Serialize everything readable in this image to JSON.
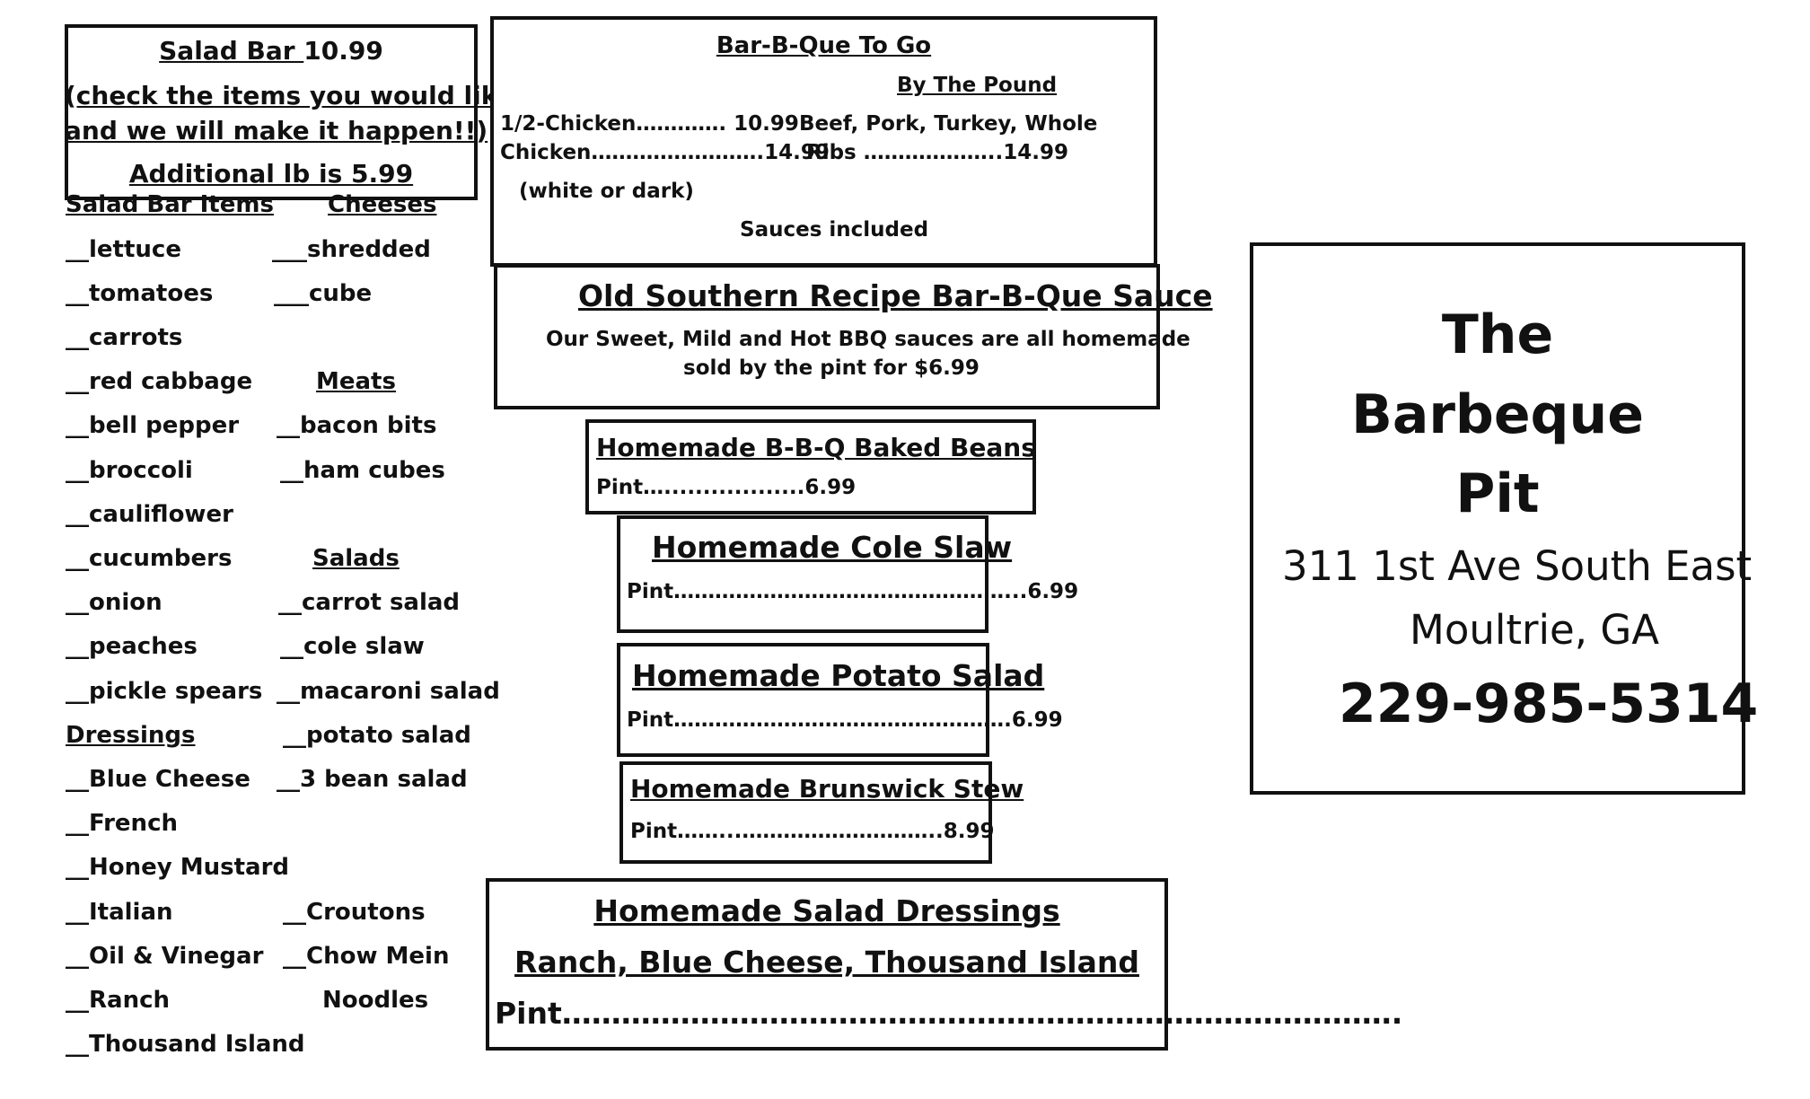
{
  "salad_bar": {
    "title": "Salad Bar ",
    "price": "10.99",
    "instruction1": "(check the items you would like",
    "instruction2": "and we will make it happen!!)",
    "additional": "Additional lb is 5.99"
  },
  "left_list": {
    "salad_items_header": "Salad Bar Items",
    "cheeses_header": "Cheeses",
    "meats_header": "Meats",
    "salads_header": "Salads",
    "dressings_header": "Dressings",
    "col1": [
      "__lettuce",
      "__tomatoes",
      "__carrots",
      "__red cabbage",
      "__bell pepper",
      "__broccoli",
      "__cauliflower",
      "__cucumbers",
      "__onion",
      "__peaches",
      "__pickle spears"
    ],
    "dressings": [
      "__Blue Cheese",
      "__French",
      "__Honey Mustard",
      "__Italian",
      "__Oil & Vinegar",
      "__Ranch",
      "__Thousand Island"
    ],
    "cheeses": [
      "___shredded",
      "___cube"
    ],
    "meats": [
      "__bacon bits",
      "__ham cubes"
    ],
    "salads": [
      "__carrot salad",
      "__cole slaw",
      "__macaroni salad",
      "__potato salad",
      "__3 bean salad"
    ],
    "extras": [
      "__Croutons",
      "__Chow Mein",
      "Noodles"
    ]
  },
  "bbq_to_go": {
    "title": "Bar-B-Que To Go",
    "by_pound": "By The Pound",
    "line1_left": "1/2-Chicken…………. 10.99",
    "line1_right": "Beef, Pork, Turkey, Whole",
    "line2_left": "Chicken…………………….14.99",
    "line2_right": "Ribs ………………..14.99",
    "white_dark": "(white or dark)",
    "sauces": "Sauces included"
  },
  "sauce": {
    "title": "Old Southern Recipe Bar-B-Que Sauce",
    "line1": "Our Sweet, Mild and Hot BBQ sauces are all homemade",
    "line2": "sold by the pint for $6.99"
  },
  "beans": {
    "title": "Homemade B-B-Q Baked Beans",
    "price": "Pint…..................6.99"
  },
  "slaw": {
    "title": "Homemade Cole Slaw",
    "price": "Pint…………………………………………...6.99"
  },
  "potato": {
    "title": "Homemade Potato Salad",
    "price": "Pint………………………………………….6.99"
  },
  "stew": {
    "title": "Homemade Brunswick Stew",
    "price": "Pint……...………………………..8.99"
  },
  "dressings_box": {
    "title": "Homemade Salad Dressings",
    "types": "Ranch, Blue Cheese, Thousand Island",
    "price": "Pint…………………………………………………………………………."
  },
  "restaurant": {
    "name1": "The",
    "name2": "Barbeque",
    "name3": "Pit",
    "address": "311 1st Ave South East",
    "city": "Moultrie, GA",
    "phone": "229-985-5314"
  }
}
